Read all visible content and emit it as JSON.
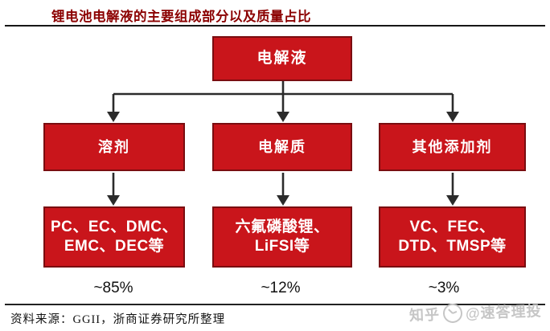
{
  "title": "锂电池电解液的主要组成部分以及质量占比",
  "colors": {
    "box_red": "#C9151B",
    "box_border": "#7A0D10",
    "title_dark_red": "#8B0000",
    "connector_dark": "#2B2B2B",
    "watermark_gray": "#C6C6C6"
  },
  "tree": {
    "root": {
      "label": "电解液"
    },
    "columns": [
      {
        "category": "溶剂",
        "examples_line1": "PC、EC、DMC、",
        "examples_line2": "EMC、DEC等",
        "share": "~85%"
      },
      {
        "category": "电解质",
        "examples_line1": "六氟磷酸锂、",
        "examples_line2": "LiFSI等",
        "share": "~12%"
      },
      {
        "category": "其他添加剂",
        "examples_line1": "VC、FEC、",
        "examples_line2": "DTD、TMSP等",
        "share": "~3%"
      }
    ]
  },
  "footer": {
    "source": "资料来源：GGII，浙商证券研究所整理"
  },
  "watermark": {
    "site": "知乎",
    "handle": "@速答理投"
  }
}
